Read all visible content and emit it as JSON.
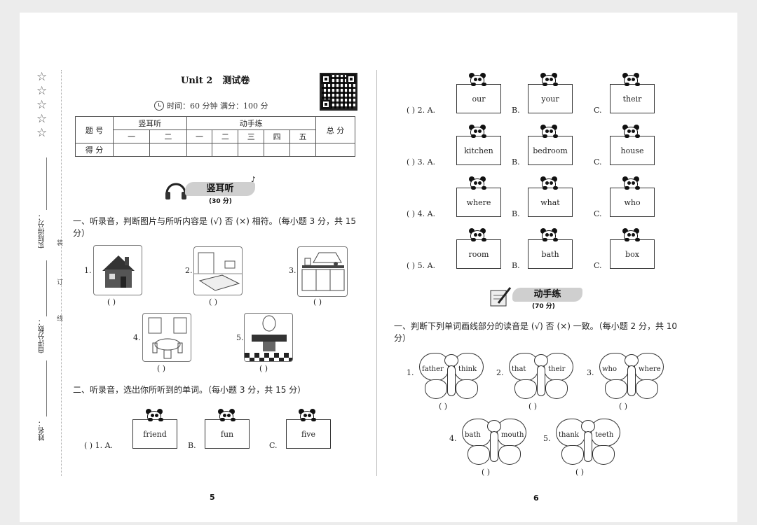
{
  "left_page": {
    "title": "Unit 2",
    "title_cn": "测试卷",
    "time_info": "时间：60 分钟   满分：100 分",
    "binding": {
      "zhuang": "装",
      "ding": "订",
      "xian": "线"
    },
    "margin_labels": {
      "actual": "实际得分：",
      "self": "自评分数：",
      "name": "姓名："
    },
    "score_table": {
      "h_tihao": "题 号",
      "h_listen": "竖耳听",
      "h_practice": "动手练",
      "h_total": "总 分",
      "sub": [
        "一",
        "二",
        "一",
        "二",
        "三",
        "四",
        "五"
      ],
      "h_defen": "得 分"
    },
    "section_banner": {
      "label": "竖耳听",
      "points": "(30 分)"
    },
    "q1": "一、听录音，判断图片与所听内容是 (√) 否 (×) 相符。（每小题 3 分，共 15 分）",
    "q1_items": [
      {
        "n": "1.",
        "blank": "(      )",
        "icon": "house-photo"
      },
      {
        "n": "2.",
        "blank": "(      )",
        "icon": "bedroom-drawing"
      },
      {
        "n": "3.",
        "blank": "(      )",
        "icon": "kitchen-drawing"
      },
      {
        "n": "4.",
        "blank": "(      )",
        "icon": "dining-room-drawing"
      },
      {
        "n": "5.",
        "blank": "(      )",
        "icon": "bathroom-drawing"
      }
    ],
    "q2": "二、听录音，选出你所听到的单词。（每小题 3 分，共 15 分）",
    "q2_row1": {
      "blank": "(      ) 1. A.",
      "a": "friend",
      "b_label": "B.",
      "b": "fun",
      "c_label": "C.",
      "c": "five"
    },
    "page_number": "5"
  },
  "right_page": {
    "rows": [
      {
        "blank": "(      ) 2. A.",
        "a": "our",
        "b_label": "B.",
        "b": "your",
        "c_label": "C.",
        "c": "their"
      },
      {
        "blank": "(      ) 3. A.",
        "a": "kitchen",
        "b_label": "B.",
        "b": "bedroom",
        "c_label": "C.",
        "c": "house"
      },
      {
        "blank": "(      ) 4. A.",
        "a": "where",
        "b_label": "B.",
        "b": "what",
        "c_label": "C.",
        "c": "who"
      },
      {
        "blank": "(      ) 5. A.",
        "a": "room",
        "b_label": "B.",
        "b": "bath",
        "c_label": "C.",
        "c": "box"
      }
    ],
    "section_banner": {
      "label": "动手练",
      "points": "(70 分)"
    },
    "q1": "一、判断下列单词画线部分的读音是 (√) 否 (×) 一致。（每小题 2 分，共 10 分）",
    "butterflies": [
      {
        "n": "1.",
        "left": "father",
        "right": "think",
        "blank": "(      )"
      },
      {
        "n": "2.",
        "left": "that",
        "right": "their",
        "blank": "(      )"
      },
      {
        "n": "3.",
        "left": "who",
        "right": "where",
        "blank": "(      )"
      },
      {
        "n": "4.",
        "left": "bath",
        "right": "mouth",
        "blank": "(      )"
      },
      {
        "n": "5.",
        "left": "thank",
        "right": "teeth",
        "blank": "(      )"
      }
    ],
    "page_number": "6"
  }
}
